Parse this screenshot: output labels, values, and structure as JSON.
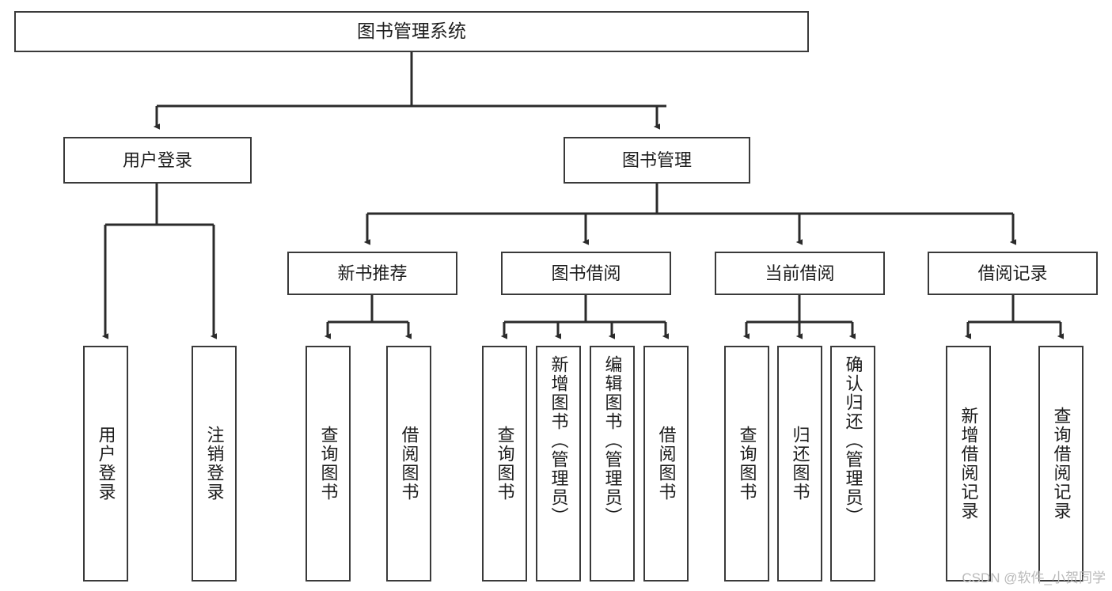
{
  "diagram": {
    "title": "图书管理系统",
    "type": "tree-hierarchy-chart",
    "colors": {
      "background": "#ffffff",
      "box_border": "#3a3a3a",
      "box_fill": "#ffffff",
      "text": "#1d1d1d",
      "connector": "#2b2b2b",
      "watermark": "#b9b9b9"
    },
    "watermark": "CSDN @软件_小贺同学",
    "root": {
      "label": "图书管理系统",
      "children": [
        {
          "label": "用户登录",
          "children": [
            {
              "label": "用户登录"
            },
            {
              "label": "注销登录"
            }
          ]
        },
        {
          "label": "图书管理",
          "children": [
            {
              "label": "新书推荐",
              "children": [
                {
                  "label": "查询图书"
                },
                {
                  "label": "借阅图书"
                }
              ]
            },
            {
              "label": "图书借阅",
              "children": [
                {
                  "label": "查询图书"
                },
                {
                  "label": "新增图书（管理员）"
                },
                {
                  "label": "编辑图书（管理员）"
                },
                {
                  "label": "借阅图书"
                }
              ]
            },
            {
              "label": "当前借阅",
              "children": [
                {
                  "label": "查询图书"
                },
                {
                  "label": "归还图书"
                },
                {
                  "label": "确认归还（管理员）"
                }
              ]
            },
            {
              "label": "借阅记录",
              "children": [
                {
                  "label": "新增借阅记录"
                },
                {
                  "label": "查询借阅记录"
                }
              ]
            }
          ]
        }
      ]
    },
    "nodes": {
      "root": "图书管理系统",
      "user_login": "用户登录",
      "book_manage": "图书管理",
      "new_book_rec": "新书推荐",
      "book_borrow": "图书借阅",
      "current_borrow": "当前借阅",
      "borrow_record": "借阅记录",
      "leaf_user_login": "用户登录",
      "leaf_logout": "注销登录",
      "leaf_rec_query": "查询图书",
      "leaf_rec_borrow": "借阅图书",
      "leaf_bb_query": "查询图书",
      "leaf_bb_add": "新增图书（管理员）",
      "leaf_bb_edit": "编辑图书（管理员）",
      "leaf_bb_borrow": "借阅图书",
      "leaf_cb_query": "查询图书",
      "leaf_cb_return": "归还图书",
      "leaf_cb_confirm": "确认归还（管理员）",
      "leaf_br_add": "新增借阅记录",
      "leaf_br_query": "查询借阅记录"
    }
  }
}
